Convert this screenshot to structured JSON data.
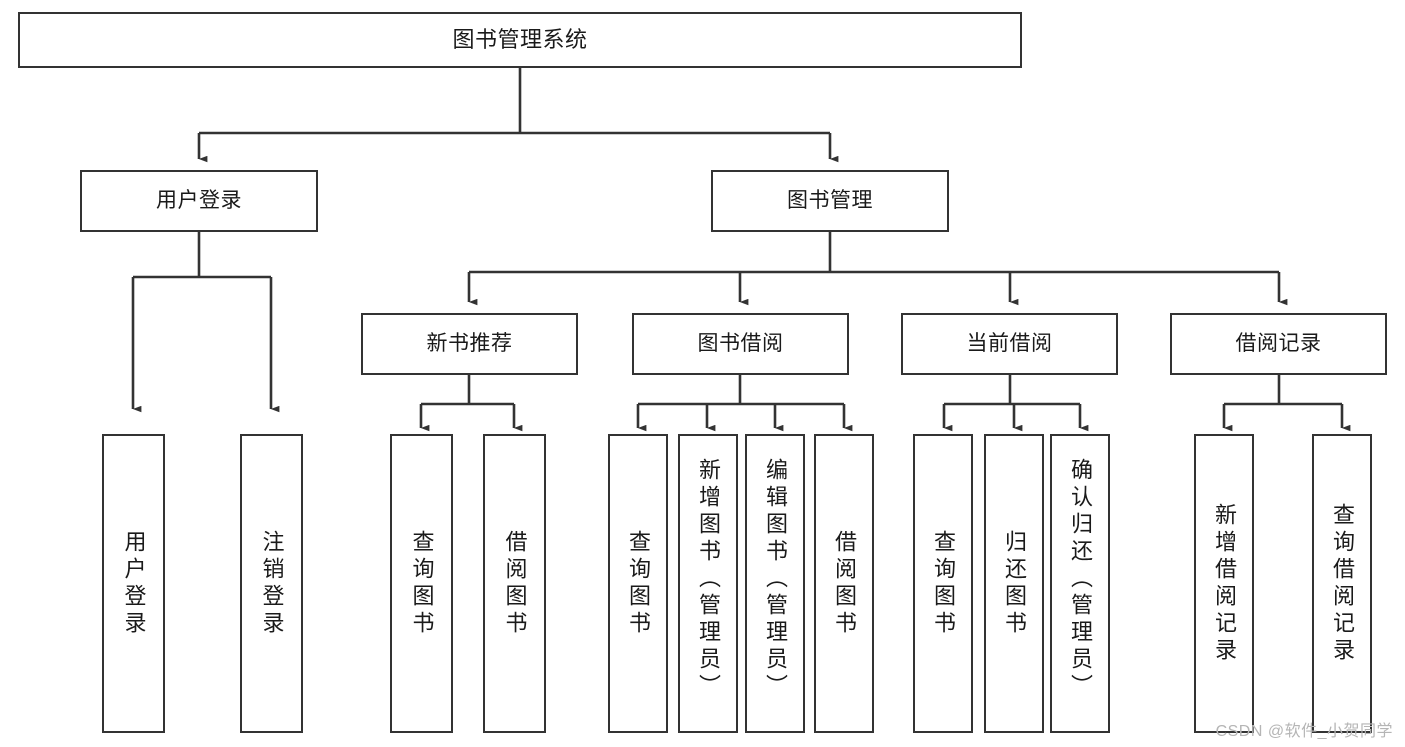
{
  "diagram": {
    "title": "图书管理系统",
    "watermark": "CSDN @软件_小贺同学",
    "line_color": "#333333",
    "box_fill": "#ffffff",
    "text_color": "#1a1a1a",
    "levels": {
      "root": [
        "图书管理系统"
      ],
      "level1": [
        "用户登录",
        "图书管理"
      ],
      "level2": [
        "新书推荐",
        "图书借阅",
        "当前借阅",
        "借阅记录"
      ],
      "leaves": [
        "用户登录",
        "注销登录",
        "查询图书",
        "借阅图书",
        "查询图书",
        "新增图书（管理员）",
        "编辑图书（管理员）",
        "借阅图书",
        "查询图书",
        "归还图书",
        "确认归还（管理员）",
        "新增借阅记录",
        "查询借阅记录"
      ]
    },
    "nodes": {
      "root": {
        "label": "图书管理系统"
      },
      "user_login": {
        "label": "用户登录"
      },
      "book_manage": {
        "label": "图书管理"
      },
      "new_book_rec": {
        "label": "新书推荐"
      },
      "book_borrow": {
        "label": "图书借阅"
      },
      "current_borrow": {
        "label": "当前借阅"
      },
      "borrow_record": {
        "label": "借阅记录"
      },
      "leaf_user_login": {
        "label": "用户登录"
      },
      "leaf_logout": {
        "label": "注销登录"
      },
      "leaf_query_book_a": {
        "label": "查询图书"
      },
      "leaf_borrow_book_a": {
        "label": "借阅图书"
      },
      "leaf_query_book_b": {
        "label": "查询图书"
      },
      "leaf_add_book_admin": {
        "label": "新增图书（管理员）"
      },
      "leaf_edit_book_admin": {
        "label": "编辑图书（管理员）"
      },
      "leaf_borrow_book_b": {
        "label": "借阅图书"
      },
      "leaf_query_book_c": {
        "label": "查询图书"
      },
      "leaf_return_book": {
        "label": "归还图书"
      },
      "leaf_confirm_return_admin": {
        "label": "确认归还（管理员）"
      },
      "leaf_add_borrow_record": {
        "label": "新增借阅记录"
      },
      "leaf_query_borrow_record": {
        "label": "查询借阅记录"
      }
    }
  }
}
